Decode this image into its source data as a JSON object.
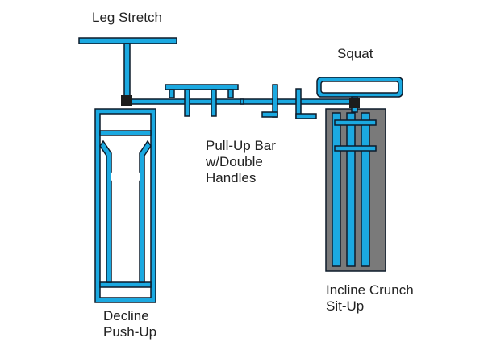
{
  "labels": {
    "leg_stretch": "Leg Stretch",
    "squat": "Squat",
    "pull_up_bar": [
      "Pull-Up Bar",
      "w/Double",
      "Handles"
    ],
    "decline_push_up": [
      "Decline",
      "Push-Up"
    ],
    "incline_crunch": [
      "Incline Crunch",
      "Sit-Up"
    ]
  },
  "colors": {
    "tube_fill": "#1ba9e1",
    "tube_stroke": "#0d1b2a",
    "panel_fill": "#7a7a7a",
    "joint": "#1c1c1c",
    "text": "#222222"
  }
}
